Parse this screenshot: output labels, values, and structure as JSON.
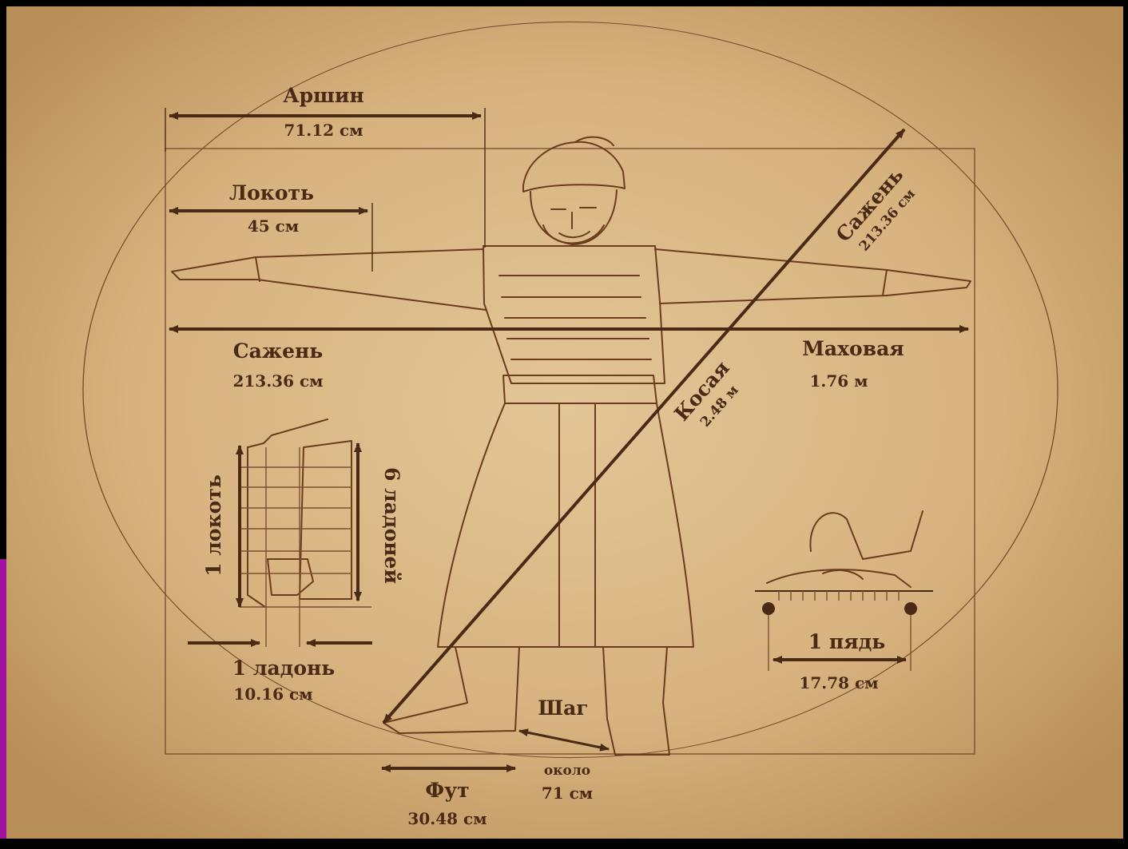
{
  "colors": {
    "background_outer": "#000000",
    "parchment": "#d9b887",
    "ink": "#4a2a14",
    "edge_accent": "#a0119e"
  },
  "labels": {
    "arshin": {
      "name": "Аршин",
      "value": "71.12 см"
    },
    "lokot": {
      "name": "Локоть",
      "value": "45 см"
    },
    "sazhen_left": {
      "name": "Сажень",
      "value": "213.36 см"
    },
    "makhovaya": {
      "name": "Маховая",
      "value": "1.76 м"
    },
    "sazhen_diag": {
      "name": "Сажень",
      "value": "213.36 см"
    },
    "kosaya": {
      "name": "Косая",
      "value": "2.48 м"
    },
    "one_lokot": {
      "name": "1 локоть"
    },
    "six_ladoney": {
      "name": "6 ладоней"
    },
    "ladon": {
      "name": "1 ладонь",
      "value": "10.16 см"
    },
    "pyad": {
      "name": "1 пядь",
      "value": "17.78 см"
    },
    "shag": {
      "name": "Шаг",
      "note": "около",
      "value": "71 см"
    },
    "fut": {
      "name": "Фут",
      "value": "30.48 см"
    }
  }
}
